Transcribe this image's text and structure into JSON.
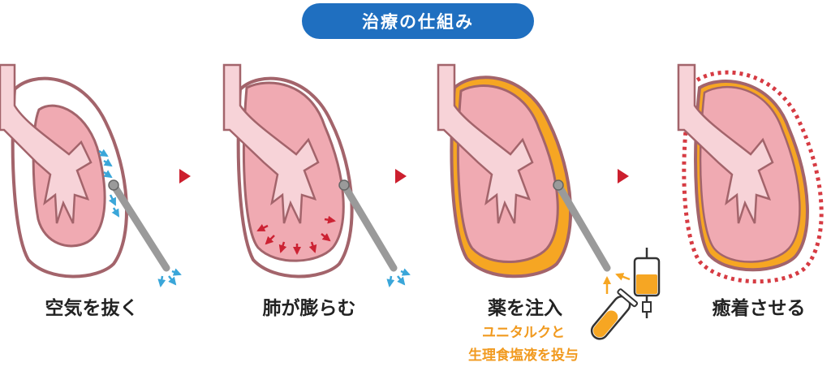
{
  "title": "治療の仕組み",
  "steps": [
    {
      "caption": "空気を抜く"
    },
    {
      "caption": "肺が膨らむ"
    },
    {
      "caption": "薬を注入"
    },
    {
      "caption": "癒着させる"
    }
  ],
  "drug_note": {
    "line1": "ユニタルクと",
    "line2": "生理食塩液を投与"
  },
  "colors": {
    "title_bg": "#1f6fc0",
    "lung_fill": "#f0aab2",
    "lung_outline": "#a3646b",
    "airway": "#f7d3d8",
    "tube": "#9a9a9a",
    "air_arrow": "#3aa6d9",
    "expand_arrow": "#cc2233",
    "drug": "#f6a623",
    "next_arrow": "#cc1f2e",
    "adhesion_dots": "#d63b43"
  }
}
